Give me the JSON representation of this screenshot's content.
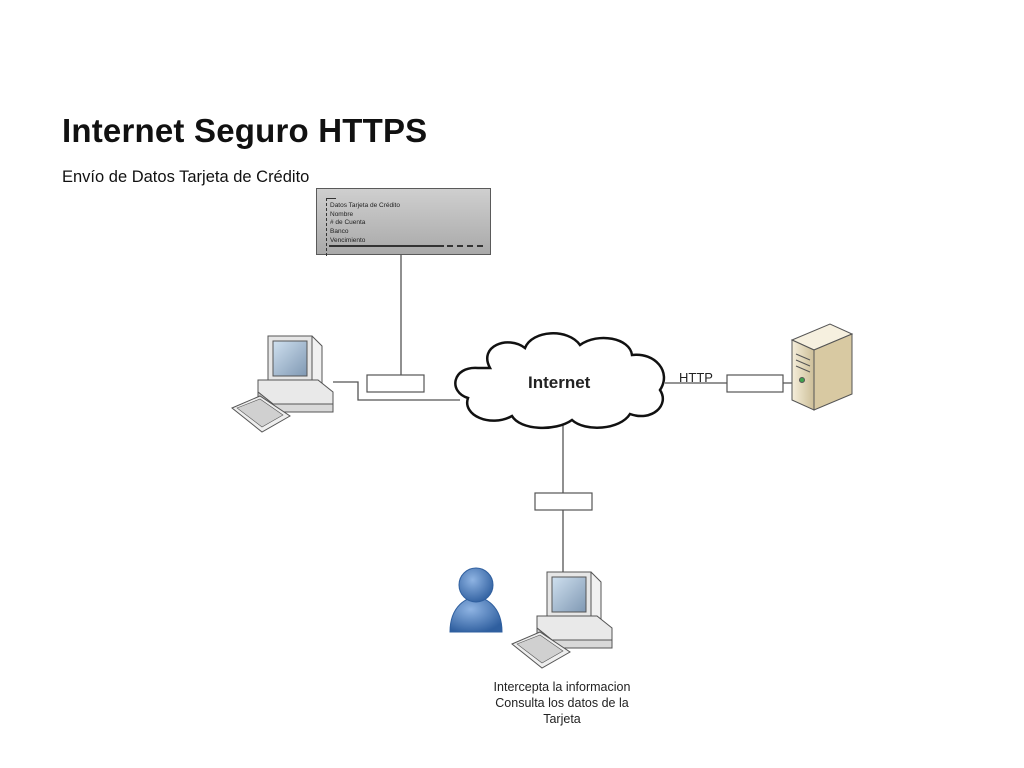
{
  "slide": {
    "title": "Internet Seguro HTTPS",
    "subtitle": "Envío de Datos Tarjeta de Crédito"
  },
  "card": {
    "lines": [
      "Datos Tarjeta de Crédito",
      "Nombre",
      "# de Cuenta",
      "Banco",
      "Vencimiento"
    ]
  },
  "network": {
    "cloud_label": "Internet",
    "server_link_label": "HTTP"
  },
  "attacker": {
    "caption": [
      "Intercepta la informacion",
      "Consulta los datos de la",
      "Tarjeta"
    ]
  },
  "colors": {
    "line": "#555555",
    "user_icon": "#4a7fc0",
    "monitor_screen": "#9fb3c8",
    "server_body": "#e9dfc4"
  },
  "icons": [
    "client-computer-icon",
    "server-icon",
    "cloud-icon",
    "user-icon",
    "attacker-computer-icon",
    "card-data-panel"
  ]
}
